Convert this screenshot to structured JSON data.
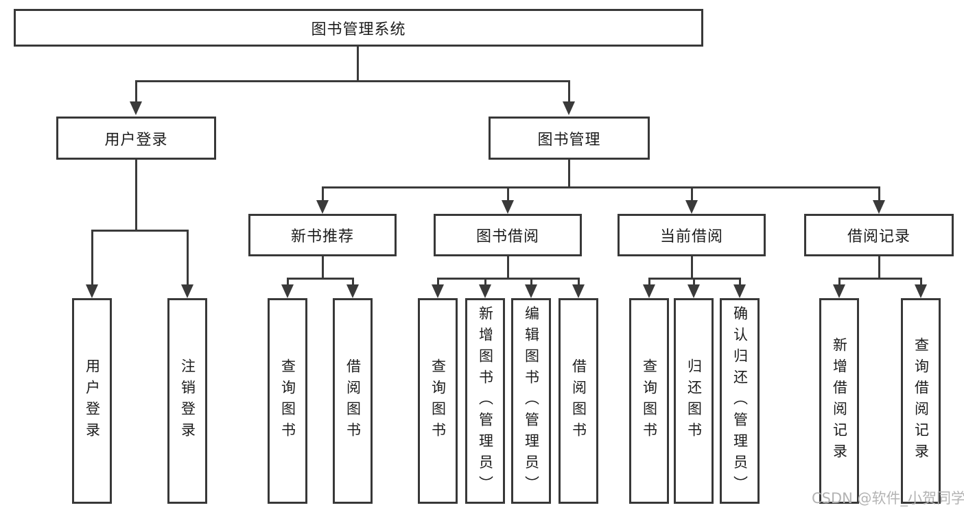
{
  "root": {
    "label": "图书管理系统"
  },
  "level2": [
    {
      "label": "用户登录"
    },
    {
      "label": "图书管理"
    }
  ],
  "level3": [
    {
      "label": "新书推荐"
    },
    {
      "label": "图书借阅"
    },
    {
      "label": "当前借阅"
    },
    {
      "label": "借阅记录"
    }
  ],
  "leaves": [
    {
      "label": "用户登录"
    },
    {
      "label": "注销登录"
    },
    {
      "label": "查询图书"
    },
    {
      "label": "借阅图书"
    },
    {
      "label": "查询图书"
    },
    {
      "label": "新增图书（管理员）"
    },
    {
      "label": "编辑图书（管理员）"
    },
    {
      "label": "借阅图书"
    },
    {
      "label": "查询图书"
    },
    {
      "label": "归还图书"
    },
    {
      "label": "确认归还（管理员）"
    },
    {
      "label": "新增借阅记录"
    },
    {
      "label": "查询借阅记录"
    }
  ],
  "watermark": {
    "text": "CSDN @软件_小贺同学"
  },
  "colors": {
    "line": "#3a3a3a",
    "box_border": "#383838",
    "text": "#1c1c1c",
    "background": "#ffffff",
    "watermark": "#b3b3b3"
  }
}
